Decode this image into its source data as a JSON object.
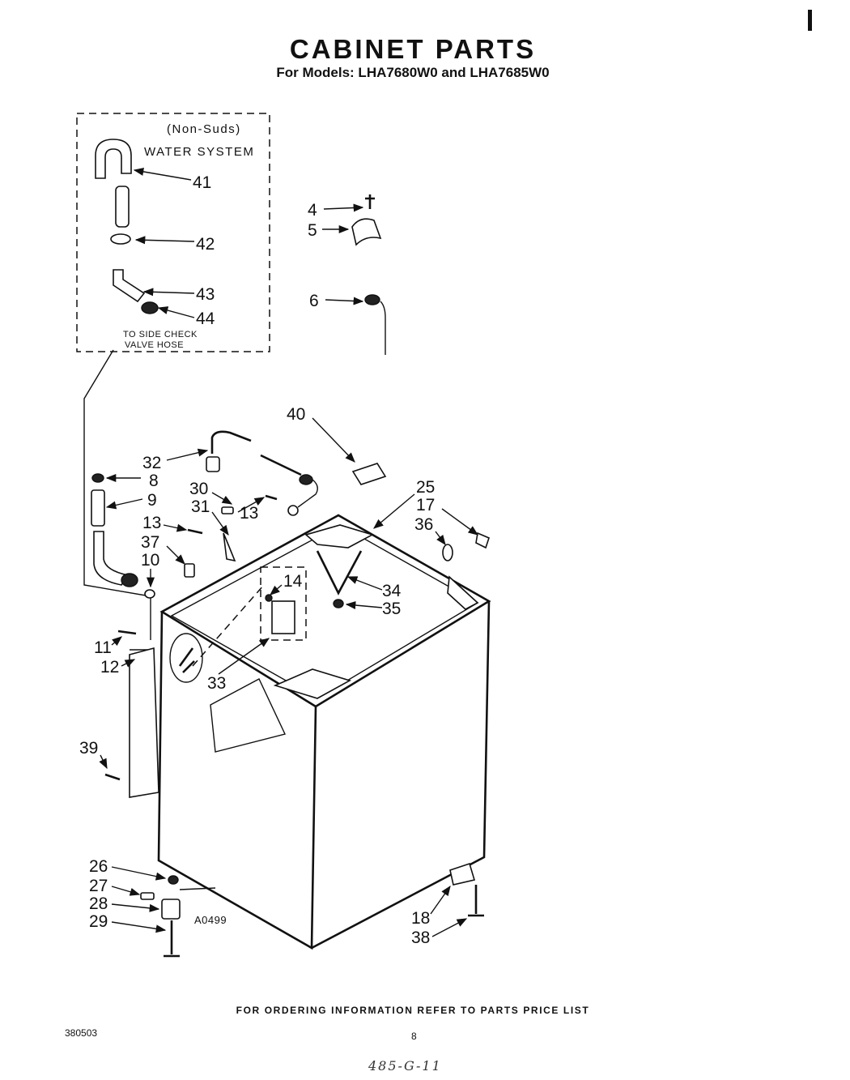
{
  "header": {
    "title": "CABINET PARTS",
    "subtitle": "For Models: LHA7680W0 and LHA7685W0"
  },
  "inset": {
    "title_line1": "(Non-Suds)",
    "title_line2": "WATER SYSTEM",
    "note_line1": "TO SIDE CHECK",
    "note_line2": "VALVE HOSE"
  },
  "callouts": {
    "c4": "4",
    "c5": "5",
    "c6": "6",
    "c8": "8",
    "c9": "9",
    "c10": "10",
    "c11": "11",
    "c12": "12",
    "c13a": "13",
    "c13b": "13",
    "c14": "14",
    "c17": "17",
    "c18": "18",
    "c25": "25",
    "c26": "26",
    "c27": "27",
    "c28": "28",
    "c29": "29",
    "c30": "30",
    "c31": "31",
    "c32": "32",
    "c33": "33",
    "c34": "34",
    "c35": "35",
    "c36": "36",
    "c37": "37",
    "c38": "38",
    "c39": "39",
    "c40": "40",
    "c41": "41",
    "c42": "42",
    "c43": "43",
    "c44": "44"
  },
  "figure_code": "A0499",
  "footer": {
    "ordering_note": "FOR ORDERING INFORMATION REFER TO PARTS PRICE LIST",
    "doc_number": "380503",
    "page_number": "8",
    "handwritten_note": "485-G-11"
  }
}
